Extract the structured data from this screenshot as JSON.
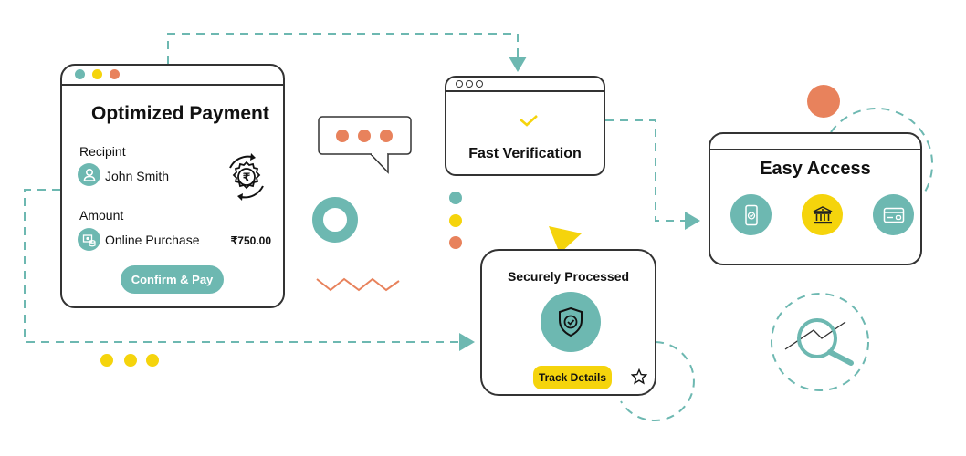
{
  "colors": {
    "teal": "#6db8b1",
    "yellow": "#f5d40c",
    "orange": "#e8825c",
    "outline": "#333333"
  },
  "payment_card": {
    "title": "Optimized Payment",
    "recipient_label": "Recipint",
    "recipient_name": "John Smith",
    "amount_label": "Amount",
    "amount_description": "Online Purchase",
    "amount_value": "₹750.00",
    "confirm_button": "Confirm & Pay",
    "window_dots": [
      "teal",
      "yellow",
      "orange"
    ],
    "icons": {
      "recipient": "user-icon",
      "amount": "cash-coins-icon",
      "process": "rupee-gear-cycle-icon"
    }
  },
  "verification_card": {
    "title": "Fast Verification",
    "icon": "checkmark-icon"
  },
  "secure_card": {
    "title": "Securely Processed",
    "track_button": "Track Details",
    "icons": {
      "main": "shield-check-icon",
      "favorite": "star-icon"
    }
  },
  "access_card": {
    "title": "Easy Access",
    "options": [
      {
        "icon": "mobile-check-icon",
        "color": "teal"
      },
      {
        "icon": "bank-icon",
        "color": "yellow"
      },
      {
        "icon": "credit-card-icon",
        "color": "teal"
      }
    ]
  },
  "decorations": {
    "chat_bubble": "typing-dots-bubble-icon",
    "analytics": "magnifier-trend-icon"
  }
}
